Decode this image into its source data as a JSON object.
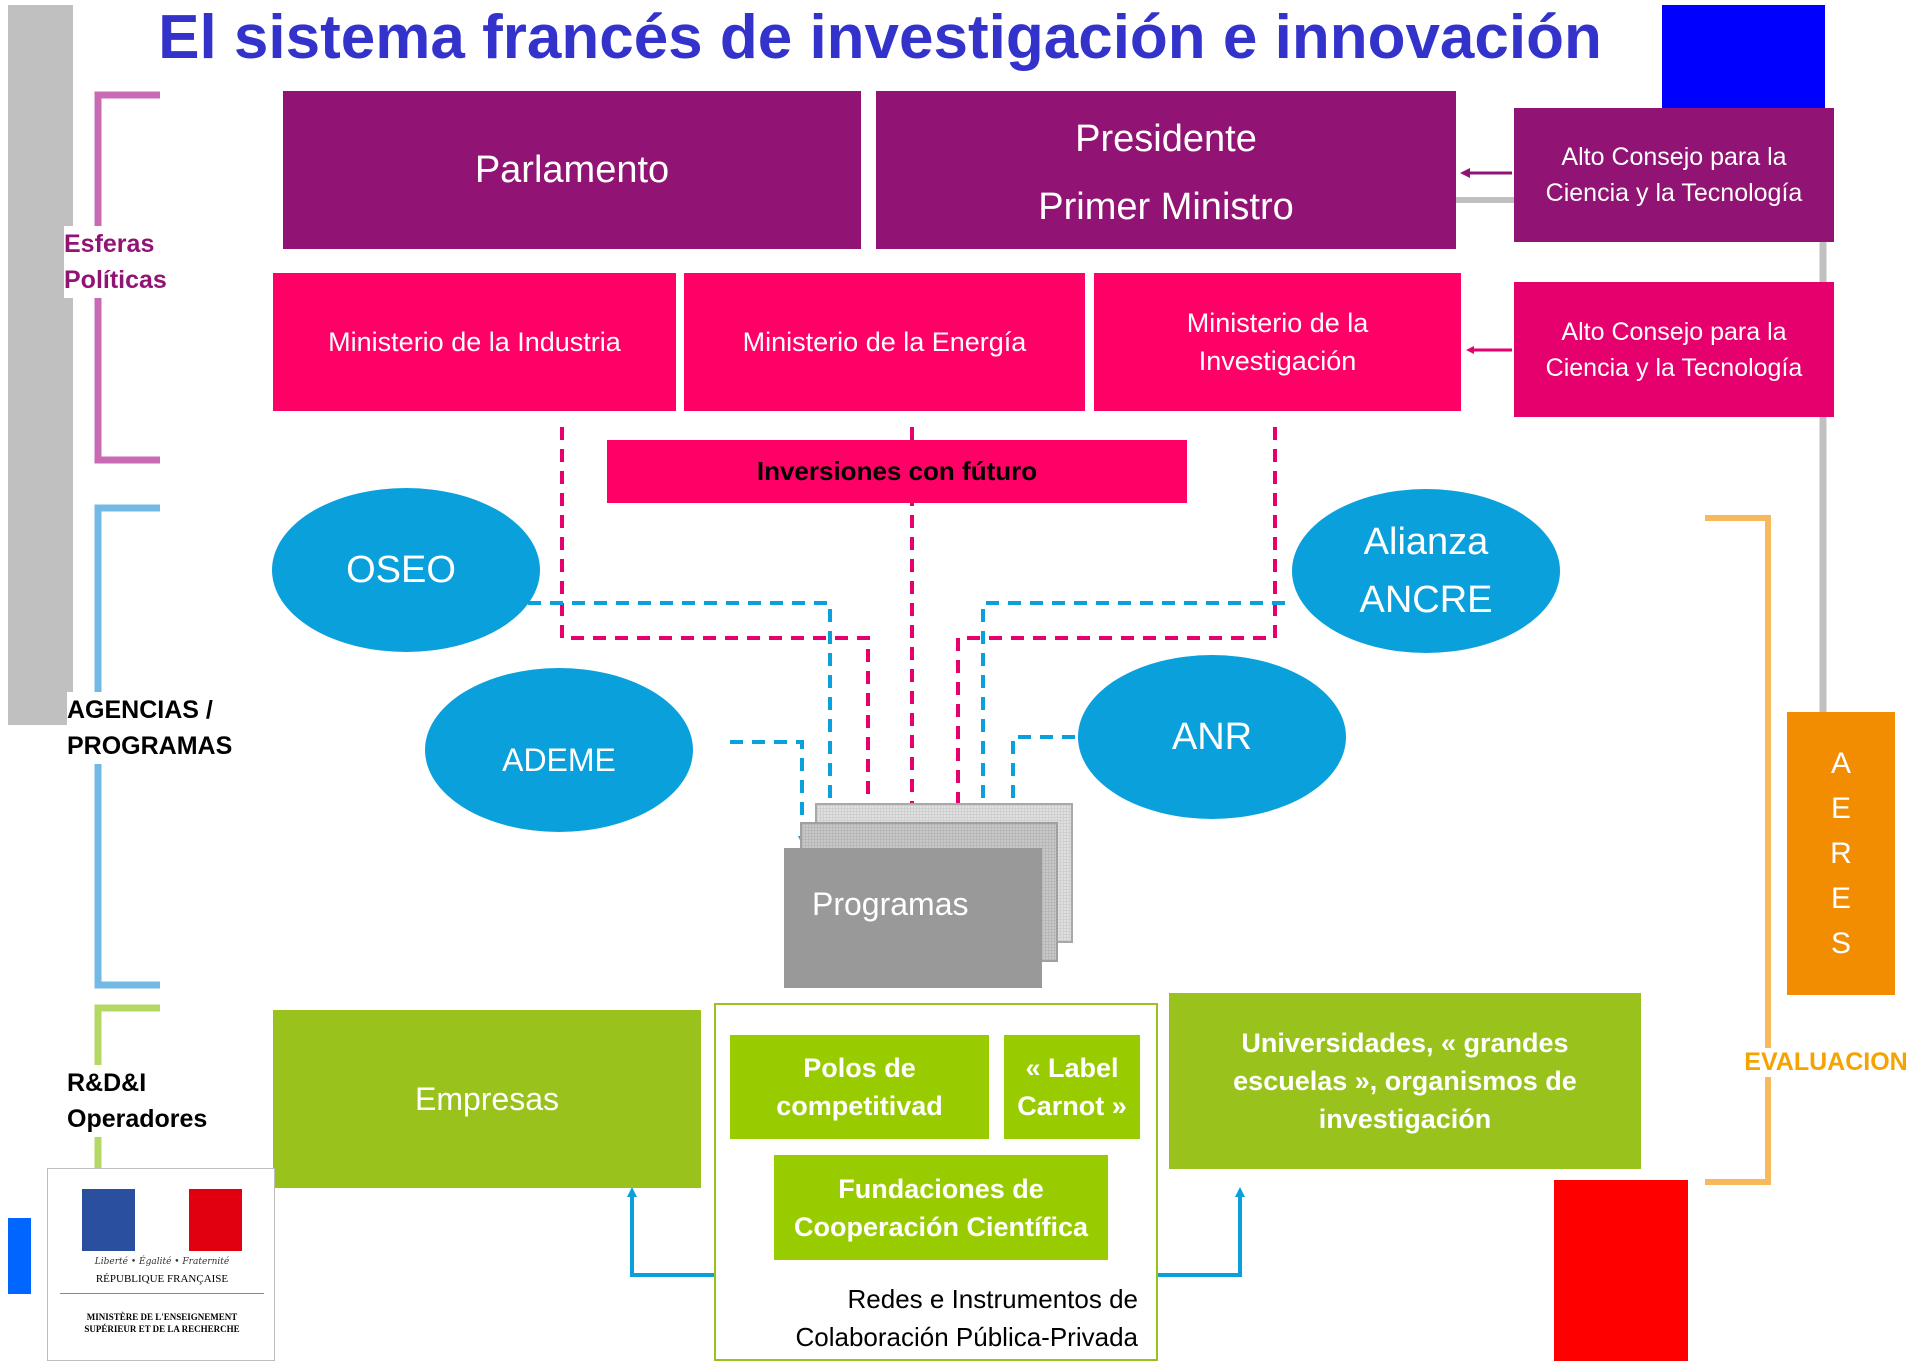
{
  "title": "El sistema francés de investigación e innovación",
  "sections": {
    "political": "Esferas Políticas",
    "agencies": "AGENCIAS / PROGRAMAS",
    "operators": "R&D&I Operadores",
    "evaluation": "EVALUACION"
  },
  "political": {
    "parlamento": "Parlamento",
    "presidente": "Presidente",
    "primer_ministro": "Primer Ministro",
    "alto_consejo_1": "Alto Consejo para la Ciencia y la Tecnología",
    "ministerio_industria": "Ministerio de la Industria",
    "ministerio_energia": "Ministerio de la Energía",
    "ministerio_investigacion": "Ministerio de la Investigación",
    "alto_consejo_2": "Alto Consejo para la Ciencia y la Tecnología"
  },
  "agencies": {
    "inversiones": "Inversiones con fúturo",
    "oseo": "OSEO",
    "ademe": "ADEME",
    "alianza": "Alianza ANCRE",
    "anr": "ANR",
    "programas": "Programas",
    "aeres": [
      "A",
      "E",
      "R",
      "E",
      "S"
    ]
  },
  "operators": {
    "empresas": "Empresas",
    "polos": "Polos de competitivad",
    "label_carnot": "« Label Carnot »",
    "fundaciones": "Fundaciones de Cooperación Científica",
    "redes": "Redes e Instrumentos de Colaboración Pública-Privada",
    "universidades": "Universidades, « grandes escuelas », organismos de investigación"
  },
  "logo": {
    "motto": "Liberté • Égalité • Fraternité",
    "republique": "RÉPUBLIQUE FRANÇAISE",
    "ministere": "MINISTÈRE DE L'ENSEIGNEMENT SUPÉRIEUR ET DE LA RECHERCHE"
  },
  "colors": {
    "title": "#3333cc",
    "purple": "#911474",
    "magenta": "#ff0066",
    "pink_council": "#e6006e",
    "cyan": "#0aa0dc",
    "green": "#99c31c",
    "green_label": "#99cc00",
    "orange": "#f28c00",
    "orange_label": "#f4a300",
    "gray_box": "#999999"
  }
}
